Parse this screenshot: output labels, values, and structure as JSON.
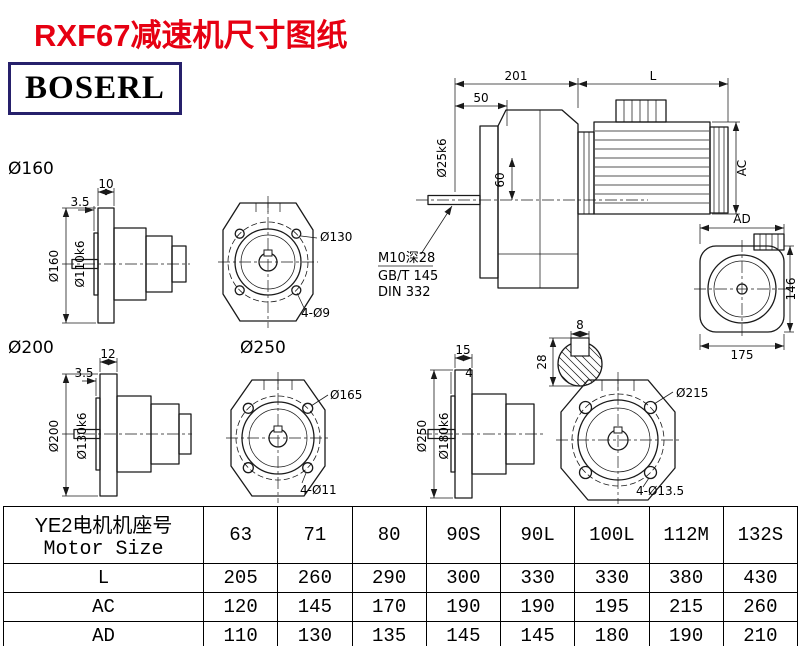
{
  "title": "RXF67减速机尺寸图纸",
  "logo": "BOSERL",
  "main_view": {
    "dim_201": "201",
    "dim_L": "L",
    "dim_50": "50",
    "dim_shaft_dia": "Ø25k6",
    "dim_60": "60",
    "dim_AC": "AC"
  },
  "motor_end_view": {
    "dim_AD": "AD",
    "dim_146": "146",
    "dim_175": "175"
  },
  "shaft_notes": {
    "line1": "M10深28",
    "line2": "GB/T 145",
    "line3": "DIN 332"
  },
  "keyway_section": {
    "dim_8": "8",
    "dim_28": "28"
  },
  "flange160": {
    "group_label": "Ø160",
    "dim_thickness": "10",
    "dim_spigot": "3.5",
    "dim_od": "Ø160",
    "dim_pilot": "Ø110k6",
    "dim_bolt_circle": "Ø130",
    "dim_holes": "4-Ø9"
  },
  "flange200": {
    "group_label": "Ø200",
    "dim_thickness": "12",
    "dim_spigot": "3.5",
    "dim_od": "Ø200",
    "dim_pilot": "Ø130k6",
    "dim_bolt_circle": "Ø165",
    "dim_holes": "4-Ø11"
  },
  "flange250": {
    "group_label": "Ø250",
    "dim_thickness": "15",
    "dim_spigot": "4",
    "dim_od": "Ø250",
    "dim_pilot": "Ø180k6",
    "dim_bolt_circle": "Ø215",
    "dim_holes": "4-Ø13.5"
  },
  "table": {
    "header_line1": "YE2电机机座号",
    "header_line2": "Motor Size",
    "sizes": [
      "63",
      "71",
      "80",
      "90S",
      "90L",
      "100L",
      "112M",
      "132S"
    ],
    "rows": [
      {
        "label": "L",
        "values": [
          "205",
          "260",
          "290",
          "300",
          "330",
          "330",
          "380",
          "430"
        ]
      },
      {
        "label": "AC",
        "values": [
          "120",
          "145",
          "170",
          "190",
          "190",
          "195",
          "215",
          "260"
        ]
      },
      {
        "label": "AD",
        "values": [
          "110",
          "130",
          "135",
          "145",
          "145",
          "180",
          "190",
          "210"
        ]
      }
    ]
  },
  "colors": {
    "title_red": "#e60012",
    "logo_border": "#26206b",
    "line": "#1a1a1a"
  }
}
